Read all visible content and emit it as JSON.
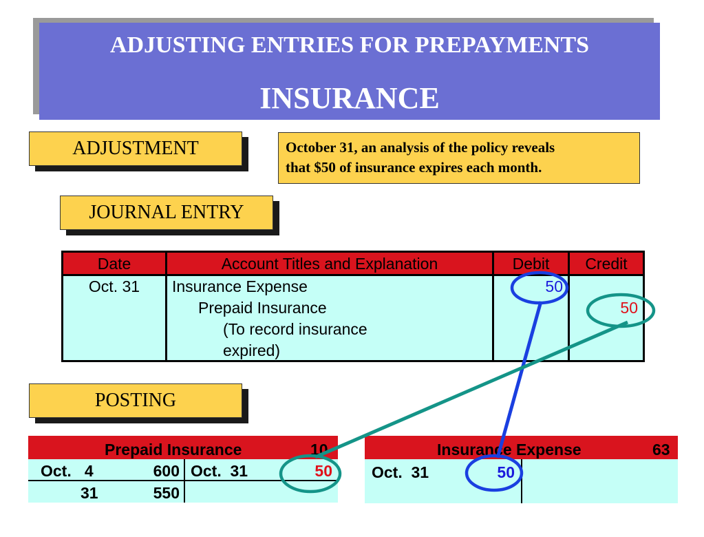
{
  "title": {
    "line1": "ADJUSTING ENTRIES FOR PREPAYMENTS",
    "line2": "INSURANCE"
  },
  "labels": {
    "adjustment": "ADJUSTMENT",
    "journal_entry": "JOURNAL ENTRY",
    "posting": "POSTING"
  },
  "adjustment_note": {
    "line1": "October 31, an analysis of the policy reveals",
    "line2": "that $50 of insurance expires each month."
  },
  "journal": {
    "headers": [
      "Date",
      "Account Titles and Explanation",
      "Debit",
      "Credit"
    ],
    "date": "Oct. 31",
    "debit_account": "Insurance Expense",
    "credit_account": "Prepaid Insurance",
    "explanation_line1": "(To record insurance",
    "explanation_line2": "expired)",
    "debit_amount": "50",
    "credit_amount": "50"
  },
  "prepaid_account": {
    "name": "Prepaid Insurance",
    "number": "10",
    "rows": [
      {
        "debit_date": "Oct.   4",
        "debit_amount": "600",
        "credit_date": "Oct.  31",
        "credit_amount": "50"
      },
      {
        "debit_date": "31",
        "debit_amount": "550"
      }
    ]
  },
  "expense_account": {
    "name": "Insurance Expense",
    "number": "63",
    "rows": [
      {
        "debit_date": "Oct.  31",
        "debit_amount": "50"
      }
    ]
  },
  "colors": {
    "banner": "#6b6fd3",
    "label_yellow": "#fdd24e",
    "header_red": "#d9141e",
    "table_cyan": "#c5fff7",
    "debit_blue": "#1a1adc",
    "credit_red": "#e0101a",
    "circle_blue": "#1a3fe0",
    "circle_teal": "#149488"
  }
}
